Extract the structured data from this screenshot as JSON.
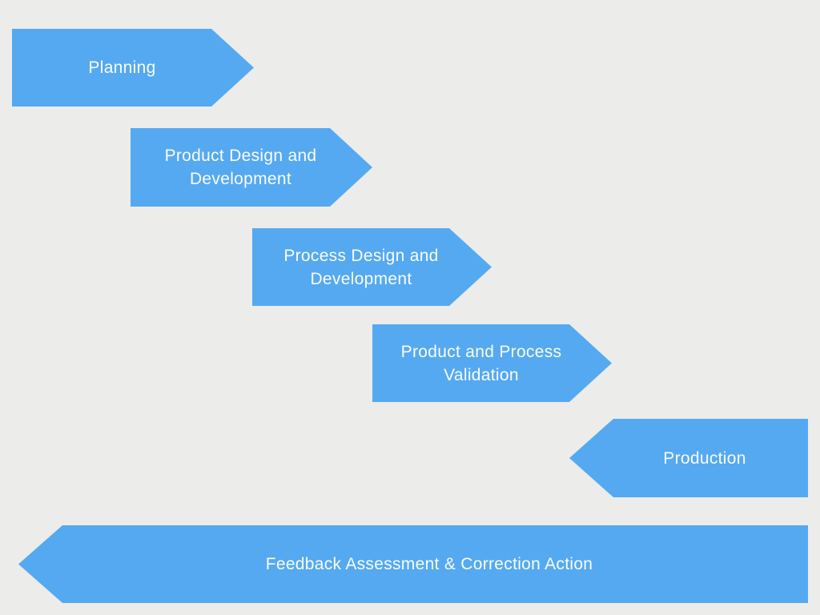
{
  "diagram": {
    "type": "stepped-arrow-process-flow",
    "colors": {
      "background": "#ececea",
      "arrow_fill": "#55a9f0",
      "label_text": "#fafcfd"
    },
    "steps": [
      {
        "label": "Planning",
        "direction": "right"
      },
      {
        "label": "Product Design and\nDevelopment",
        "direction": "right"
      },
      {
        "label": "Process Design and\nDevelopment",
        "direction": "right"
      },
      {
        "label": "Product and Process\nValidation",
        "direction": "right"
      },
      {
        "label": "Production",
        "direction": "left"
      },
      {
        "label": "Feedback Assessment & Correction Action",
        "direction": "left"
      }
    ]
  }
}
